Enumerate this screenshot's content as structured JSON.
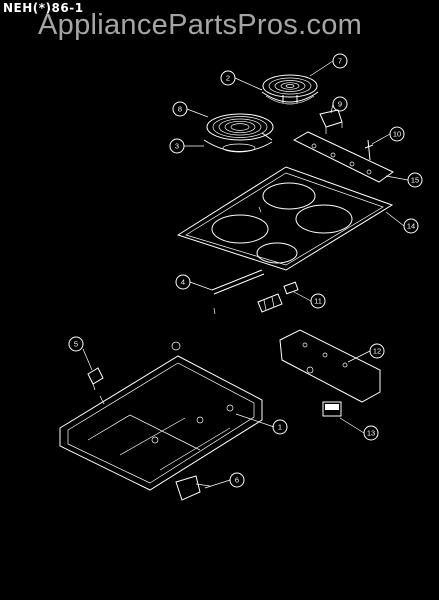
{
  "header": {
    "model": "NEH(*)86-1",
    "watermark": "AppliancePartsPros.com"
  },
  "callouts": [
    {
      "id": "c1",
      "label": "1"
    },
    {
      "id": "c2",
      "label": "2"
    },
    {
      "id": "c3",
      "label": "3"
    },
    {
      "id": "c4",
      "label": "4"
    },
    {
      "id": "c5",
      "label": "5"
    },
    {
      "id": "c6",
      "label": "6"
    },
    {
      "id": "c7",
      "label": "7"
    },
    {
      "id": "c8",
      "label": "8"
    },
    {
      "id": "c9",
      "label": "9"
    },
    {
      "id": "c10",
      "label": "10"
    },
    {
      "id": "c11",
      "label": "11"
    },
    {
      "id": "c12",
      "label": "12"
    },
    {
      "id": "c13",
      "label": "13"
    },
    {
      "id": "c14",
      "label": "14"
    },
    {
      "id": "c15",
      "label": "15"
    }
  ]
}
